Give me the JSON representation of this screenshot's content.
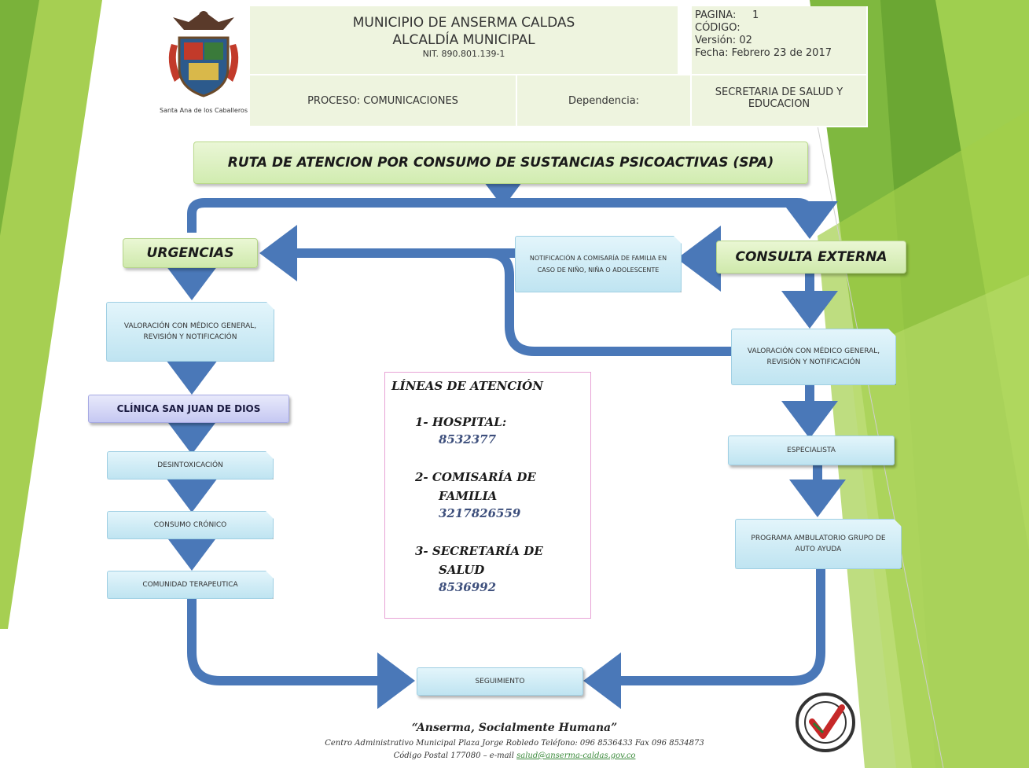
{
  "header": {
    "title_line1": "MUNICIPIO DE ANSERMA CALDAS",
    "title_line2": "ALCALDÍA MUNICIPAL",
    "nit": "NIT. 890.801.139-1",
    "logo_caption": "Santa Ana de los Caballeros",
    "pagina_label": "PAGINA:",
    "pagina_value": "1",
    "codigo": "CÓDIGO:",
    "version": "Versión: 02",
    "fecha": "Fecha: Febrero 23 de 2017",
    "proceso": "PROCESO: COMUNICACIONES",
    "dependencia": "Dependencia:",
    "secretaria": "SECRETARIA DE SALUD Y EDUCACION"
  },
  "flow": {
    "title": "RUTA DE ATENCION POR CONSUMO DE SUSTANCIAS PSICOACTIVAS (SPA)",
    "urgencias": "URGENCIAS",
    "consulta": "CONSULTA EXTERNA",
    "notificacion": "NOTIFICACIÓN A COMISARÍA DE FAMILIA EN CASO DE NIÑO, NIÑA O ADOLESCENTE",
    "valoracion_left": "VALORACIÓN CON MÉDICO GENERAL, REVISIÓN Y NOTIFICACIÓN",
    "valoracion_right": "VALORACIÓN CON MÉDICO GENERAL, REVISIÓN Y NOTIFICACIÓN",
    "clinica": "CLÍNICA SAN JUAN DE DIOS",
    "desintoxicacion": "DESINTOXICACIÓN",
    "consumo": "CONSUMO CRÓNICO",
    "comunidad": "COMUNIDAD TERAPEUTICA",
    "especialista": "ESPECIALISTA",
    "programa": "PROGRAMA AMBULATORIO GRUPO DE AUTO AYUDA",
    "seguimiento": "SEGUIMIENTO"
  },
  "lineas": {
    "title": "LÍNEAS DE ATENCIÓN",
    "item1_label": "1- HOSPITAL:",
    "item1_phone": "8532377",
    "item2_label_a": "2- COMISARÍA DE",
    "item2_label_b": "FAMILIA",
    "item2_phone": "3217826559",
    "item3_label_a": "3- SECRETARÍA DE",
    "item3_label_b": "SALUD",
    "item3_phone": "8536992"
  },
  "footer": {
    "motto": "“Anserma, Socialmente Humana”",
    "address": "Centro Administrativo Municipal Plaza Jorge Robledo Teléfono: 096 8536433 Fax 096 8534873",
    "postal": "Código Postal 177080 – e-mail",
    "email": "salud@anserma-caldas.gov.co"
  },
  "colors": {
    "arrow": "#4a78b8",
    "green_light": "#a6cf52",
    "green_dark": "#5e9b2b"
  }
}
